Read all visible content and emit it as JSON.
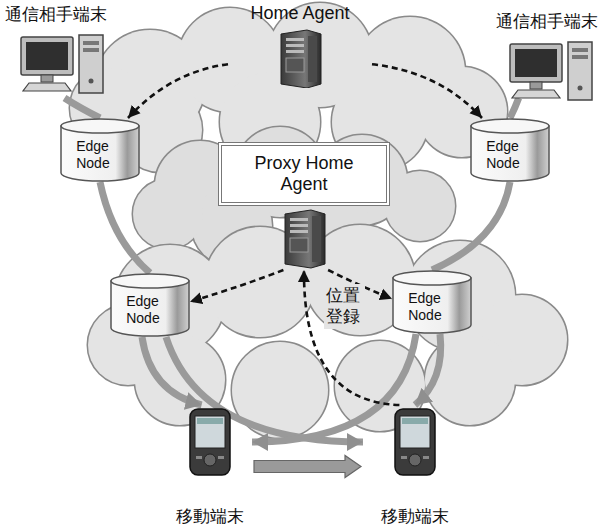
{
  "diagram": {
    "nodes": [
      {
        "text": [
          "通信相手端末"
        ]
      },
      {
        "text": [
          "Home Agent"
        ]
      },
      {
        "text": [
          "通信相手端末"
        ]
      },
      {
        "text": [
          "Edge Node"
        ]
      },
      {
        "text": [
          "Edge Node"
        ]
      },
      {
        "text": [
          "Proxy Home Agent"
        ]
      },
      {
        "text": [
          "Edge Node"
        ]
      },
      {
        "text": [
          "Edge Node"
        ]
      },
      {
        "text": [
          "移動端末"
        ]
      },
      {
        "text": [
          "移動端末"
        ]
      }
    ],
    "edges": [
      {
        "from": 0,
        "to": 3,
        "arrow": "none"
      },
      {
        "from": 3,
        "to": 6,
        "arrow": "none"
      },
      {
        "from": 6,
        "to": 8,
        "arrow": "to"
      },
      {
        "from": 6,
        "to": 9,
        "arrow": "to"
      },
      {
        "from": 2,
        "to": 4,
        "arrow": "none"
      },
      {
        "from": 4,
        "to": 7,
        "arrow": "none"
      },
      {
        "from": 7,
        "to": 9,
        "arrow": "to"
      },
      {
        "from": 7,
        "to": 8,
        "arrow": "to"
      },
      {
        "from": 1,
        "to": 3,
        "arrow": "to"
      },
      {
        "from": 1,
        "to": 4,
        "arrow": "to"
      },
      {
        "from": 5,
        "to": 6,
        "arrow": "to"
      },
      {
        "from": 5,
        "to": 7,
        "arrow": "to"
      },
      {
        "from": 9,
        "to": 5,
        "label": "位置 登録",
        "arrow": "to"
      },
      {
        "from": 8,
        "to": 9,
        "arrow": "to"
      }
    ]
  }
}
